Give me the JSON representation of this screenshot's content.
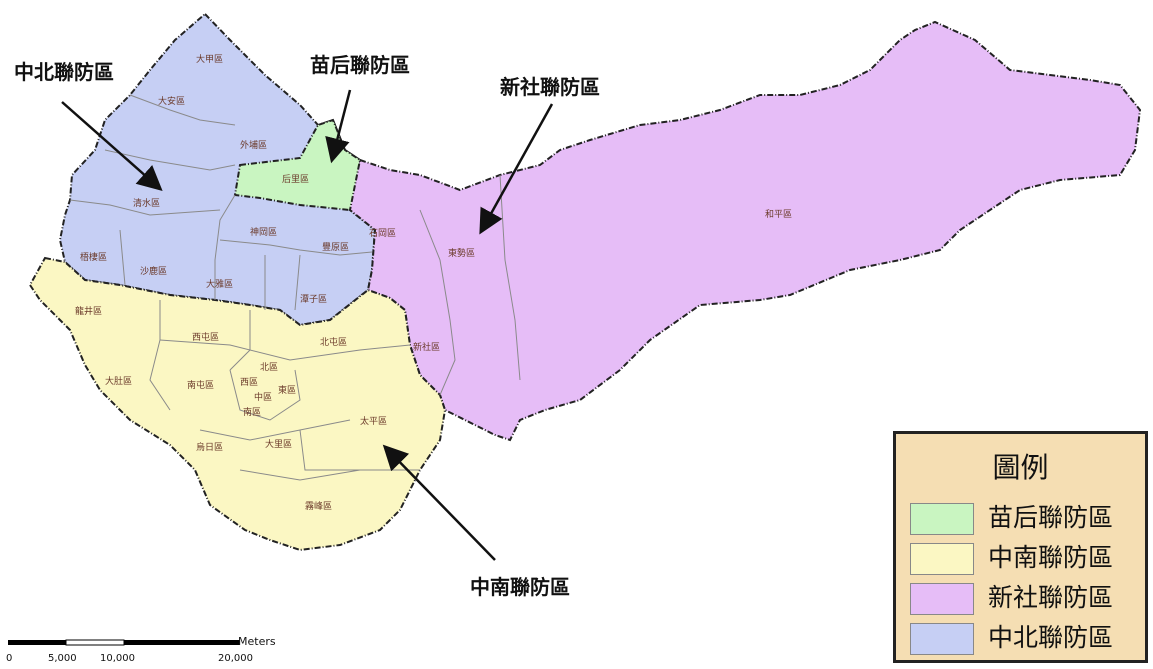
{
  "colors": {
    "miaohou": "#c9f5c1",
    "zhongnan": "#fbf7c3",
    "xinshe": "#e6bdf7",
    "zhongbei": "#c6cff4",
    "border": "#222222",
    "inner_border": "#8a8a8a",
    "legend_bg": "#f5deb3"
  },
  "zones": {
    "zhongbei": "中北聯防區",
    "miaohou": "苗后聯防區",
    "xinshe": "新社聯防區",
    "zhongnan": "中南聯防區"
  },
  "districts": {
    "dajia": "大甲區",
    "daan": "大安區",
    "waipu": "外埔區",
    "houli": "后里區",
    "qingshui": "清水區",
    "shengang": "神岡區",
    "fengyuan": "豐原區",
    "wuqi": "梧棲區",
    "shalu": "沙鹿區",
    "daya": "大雅區",
    "tanzi": "潭子區",
    "shigang": "石岡區",
    "dongshi": "東勢區",
    "heping": "和平區",
    "longjing": "龍井區",
    "xitun": "西屯區",
    "beitun": "北屯區",
    "xinshe": "新社區",
    "north": "北區",
    "west": "西區",
    "central": "中區",
    "east": "東區",
    "south": "南區",
    "nantun": "南屯區",
    "dadu": "大肚區",
    "taiping": "太平區",
    "wuri": "烏日區",
    "dali": "大里區",
    "wufeng": "霧峰區"
  },
  "legend": {
    "title": "圖例",
    "items": [
      {
        "label": "苗后聯防區",
        "color": "#c9f5c1"
      },
      {
        "label": "中南聯防區",
        "color": "#fbf7c3"
      },
      {
        "label": "新社聯防區",
        "color": "#e6bdf7"
      },
      {
        "label": "中北聯防區",
        "color": "#c6cff4"
      }
    ]
  },
  "scalebar": {
    "unit": "Meters",
    "ticks": [
      "0",
      "5,000",
      "10,000",
      "20,000"
    ]
  }
}
